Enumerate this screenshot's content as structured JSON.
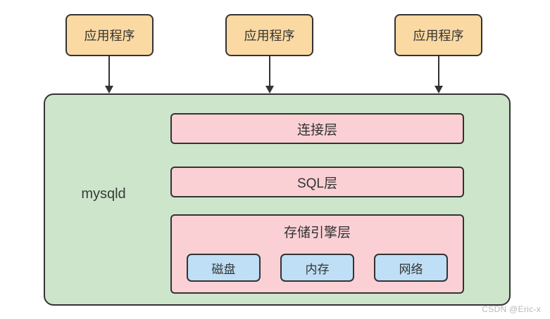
{
  "diagram": {
    "app_boxes": [
      {
        "label": "应用程序"
      },
      {
        "label": "应用程序"
      },
      {
        "label": "应用程序"
      }
    ],
    "container": {
      "label": "mysqld"
    },
    "layers": [
      {
        "label": "连接层"
      },
      {
        "label": "SQL层"
      },
      {
        "label": "存储引擎层"
      }
    ],
    "engine_components": [
      {
        "label": "磁盘"
      },
      {
        "label": "内存"
      },
      {
        "label": "网络"
      }
    ],
    "watermark": "CSDN @Eric-x",
    "colors": {
      "app_box_fill": "#FBD9A2",
      "container_fill": "#CDE6CB",
      "layer_fill": "#FBD0D5",
      "component_fill": "#BEDFF5",
      "border": "#333333"
    }
  }
}
